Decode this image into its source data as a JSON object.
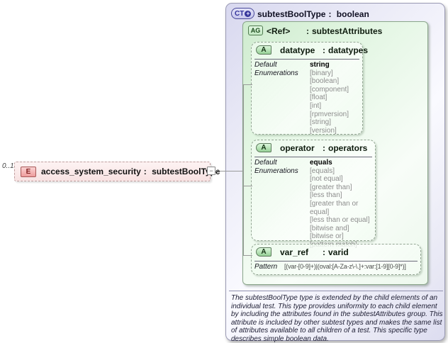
{
  "diagram": {
    "cardinality": "0..1",
    "element": {
      "badge": "E",
      "name": "access_system_security",
      "sep": ":",
      "type": "subtestBoolType"
    },
    "toggle_glyph": "−"
  },
  "panel": {
    "badge": "CT",
    "badge_plus": "+",
    "title": {
      "name": "subtestBoolType",
      "sep": ":",
      "type": "boolean"
    },
    "group": {
      "badge": "AG",
      "name": "<Ref>",
      "sep": ":",
      "type": "subtestAttributes",
      "attributes": [
        {
          "badge": "A",
          "name": "datatype",
          "sep": ":",
          "type": "datatypes",
          "default_label": "Default",
          "default": "string",
          "enum_label": "Enumerations",
          "enumerations": [
            "[binary]",
            "[boolean]",
            "[component]",
            "[float]",
            "[int]",
            "[rpmversion]",
            "[string]",
            "[version]"
          ]
        },
        {
          "badge": "A",
          "name": "operator",
          "sep": ":",
          "type": "operators",
          "default_label": "Default",
          "default": "equals",
          "enum_label": "Enumerations",
          "enumerations": [
            "[equals]",
            "[not equal]",
            "[greater than]",
            "[less than]",
            "[greater than or equal]",
            "[less than or equal]",
            "[bitwise and]",
            "[bitwise or]",
            "[pattern match]"
          ]
        },
        {
          "badge": "A",
          "name": "var_ref",
          "sep": ":",
          "type": "varid",
          "pattern_label": "Pattern",
          "pattern": "[(var-[0-9]+)|(oval:[A-Za-z\\-\\.]+:var:[1-9][0-9]*)]"
        }
      ]
    },
    "annotation": "The subtestBoolType type is extended by the child elements of an individual test.  This type provides uniformity to each child element by including the attributes found in the subtestAttributes group.  This attribute is included by other subtest types and makes the same list of attributes available to all children of a test.  This specific type describes simple boolean data."
  }
}
